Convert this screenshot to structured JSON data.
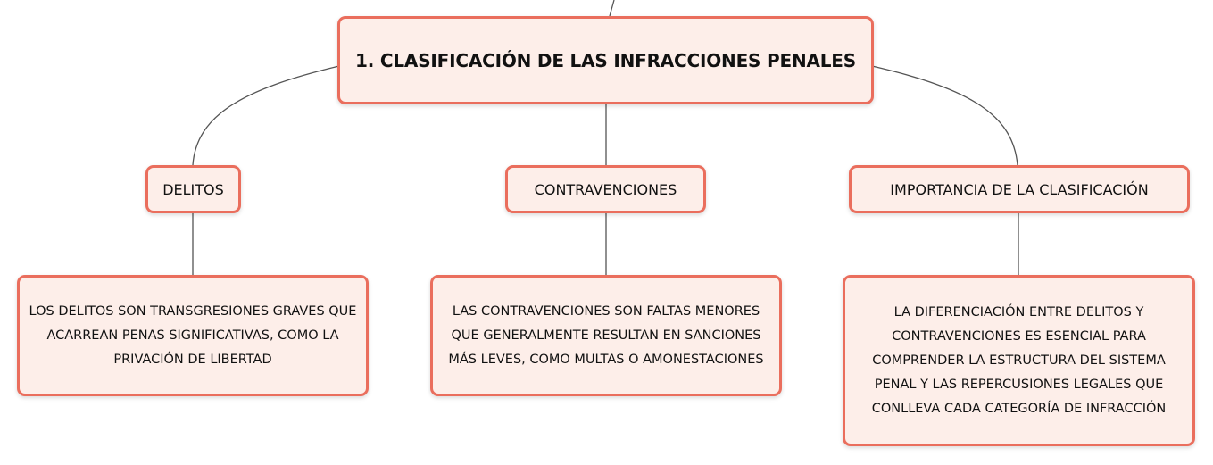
{
  "diagram": {
    "colors": {
      "node_fill": "#fdeee9",
      "node_border": "#ea6e5d",
      "edge": "#555555",
      "text": "#111111"
    },
    "root": {
      "label": "1. CLASIFICACIÓN DE LAS INFRACCIONES PENALES"
    },
    "branches": [
      {
        "label": "DELITOS",
        "detail": "LOS DELITOS SON TRANSGRESIONES GRAVES QUE ACARREAN PENAS SIGNIFICATIVAS, COMO LA PRIVACIÓN DE LIBERTAD"
      },
      {
        "label": "CONTRAVENCIONES",
        "detail": "LAS CONTRAVENCIONES SON FALTAS MENORES QUE GENERALMENTE RESULTAN EN SANCIONES MÁS LEVES, COMO MULTAS O AMONESTACIONES"
      },
      {
        "label": "IMPORTANCIA DE LA CLASIFICACIÓN",
        "detail": "LA DIFERENCIACIÓN ENTRE DELITOS Y CONTRAVENCIONES ES ESENCIAL PARA COMPRENDER LA ESTRUCTURA DEL SISTEMA PENAL Y LAS REPERCUSIONES LEGALES QUE CONLLEVA CADA CATEGORÍA DE INFRACCIÓN"
      }
    ]
  }
}
